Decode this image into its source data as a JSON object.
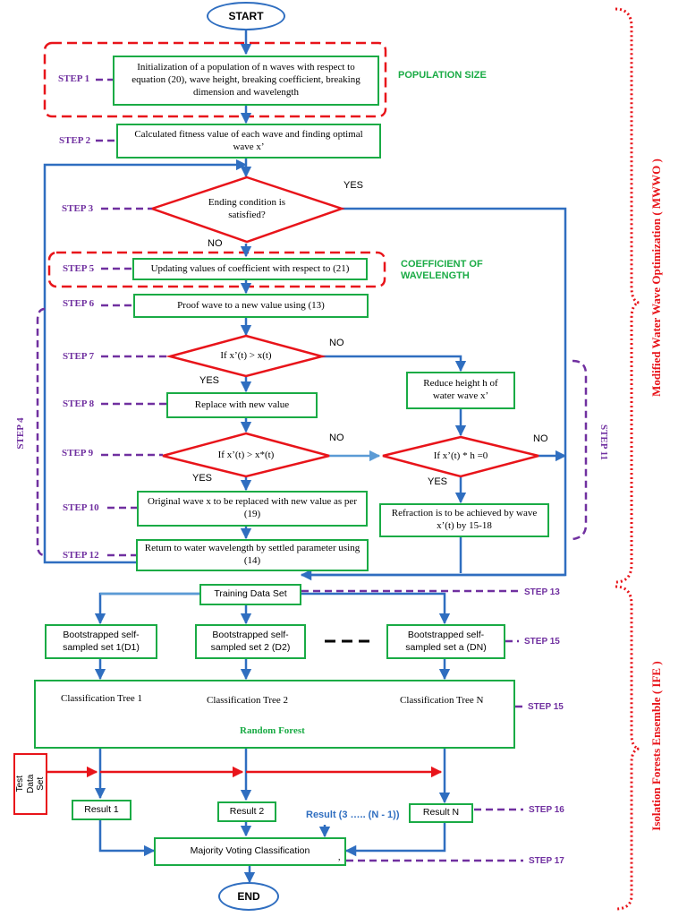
{
  "terminals": {
    "start": "START",
    "end": "END"
  },
  "steps": {
    "s1": "STEP 1",
    "s2": "STEP 2",
    "s3": "STEP 3",
    "s4": "STEP 4",
    "s5": "STEP 5",
    "s6": "STEP 6",
    "s7": "STEP 7",
    "s8": "STEP 8",
    "s9": "STEP 9",
    "s10": "STEP 10",
    "s11": "STEP 11",
    "s12": "STEP 12",
    "s13": "STEP 13",
    "s15a": "STEP 15",
    "s15b": "STEP 15",
    "s16": "STEP 16",
    "s17": "STEP 17"
  },
  "boxes": {
    "init": "Initialization of a population of n waves with respect to equation (20), wave height, breaking coefficient, breaking dimension and wavelength",
    "fitness": "Calculated fitness value of each wave and finding optimal wave x’",
    "update": "Updating values of coefficient with respect to (21)",
    "proof": "Proof wave to a new value using (13)",
    "replace": "Replace with new value",
    "reduce": "Reduce height h of water wave x’",
    "original": "Original wave x to be replaced with new value as per (19)",
    "refraction": "Refraction is to be achieved by wave x’(t) by 15-18",
    "return": "Return to water wavelength by settled parameter using (14)",
    "training": "Training Data Set",
    "boot1": "Bootstrapped self-sampled set 1(D1)",
    "boot2": "Bootstrapped self-sampled set 2 (D2)",
    "bootn": "Bootstrapped self-sampled set a (DN)",
    "tree1": "Classification Tree 1",
    "tree2": "Classification Tree 2",
    "treen": "Classification Tree N",
    "rf": "Random Forest",
    "test": "Test Data Set",
    "r1": "Result 1",
    "r2": "Result 2",
    "rmid": "Result (3 ….. (N - 1))",
    "rn": "Result N",
    "majority": "Majority Voting Classification",
    "majority_mark": ","
  },
  "decisions": {
    "ending": "Ending condition is satisfied?",
    "d7": "If x’(t) > x(t)",
    "d9": "If x’(t) > x*(t)",
    "d11": "If x’(t) * h =0"
  },
  "answers": {
    "yes": "YES",
    "no": "NO"
  },
  "annotations": {
    "population": "POPULATION SIZE",
    "coefficient_l1": "COEFFICIENT OF",
    "coefficient_l2": "WAVELENGTH",
    "mwwo": "Modified Water Wave Optimization ( MWWO )",
    "ife": "Isolation Forests Ensemble ( IFE )"
  },
  "colors": {
    "box_border": "#1aab45",
    "arrow": "#2f6ec0",
    "red": "#e8141a",
    "purple": "#7030a0",
    "training_arrow": "#5b9bd5"
  }
}
